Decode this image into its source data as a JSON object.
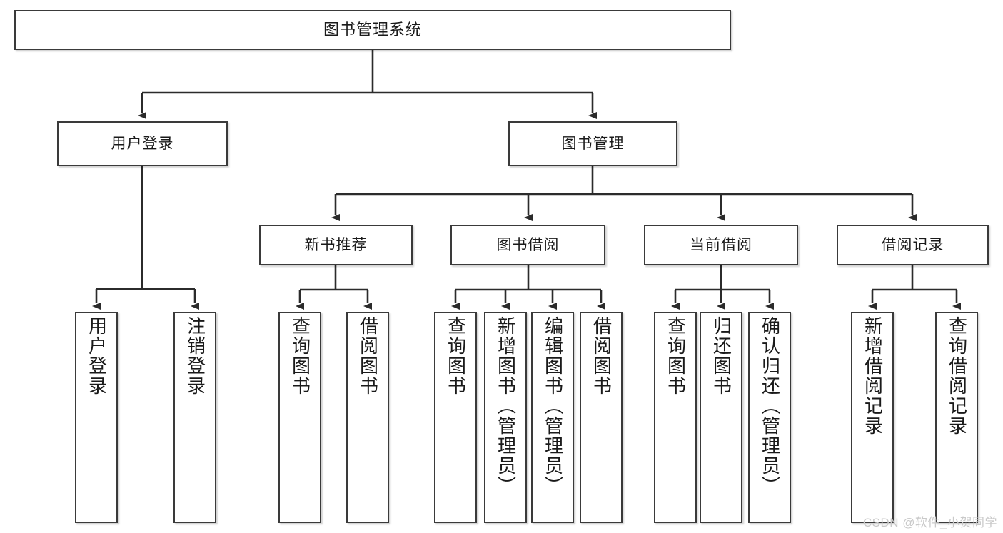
{
  "diagram": {
    "title": "图书管理系统",
    "type": "tree-hierarchy",
    "orientation": "top-down",
    "colors": {
      "box_border": "#3a3a3a",
      "box_fill": "#ffffff",
      "edge": "#2b2b2b",
      "text": "#1a1a1a",
      "watermark": "#c9c9c9"
    },
    "watermark": "CSDN @软件_小贺同学",
    "nodes": {
      "root": {
        "label": "图书管理系统"
      },
      "level2": [
        {
          "id": "user_login",
          "label": "用户登录"
        },
        {
          "id": "book_manage",
          "label": "图书管理"
        }
      ],
      "level3": [
        {
          "id": "new_book_rec",
          "label": "新书推荐"
        },
        {
          "id": "book_borrow",
          "label": "图书借阅"
        },
        {
          "id": "current_borrow",
          "label": "当前借阅"
        },
        {
          "id": "borrow_record",
          "label": "借阅记录"
        }
      ],
      "leaves": {
        "user_login": [
          {
            "id": "leaf_login",
            "label": "用户登录"
          },
          {
            "id": "leaf_logout",
            "label": "注销登录"
          }
        ],
        "new_book_rec": [
          {
            "id": "leaf_query_book_1",
            "label": "查询图书"
          },
          {
            "id": "leaf_borrow_book_1",
            "label": "借阅图书"
          }
        ],
        "book_borrow": [
          {
            "id": "leaf_query_book_2",
            "label": "查询图书"
          },
          {
            "id": "leaf_add_book",
            "label": "新增图书（管理员）"
          },
          {
            "id": "leaf_edit_book",
            "label": "编辑图书（管理员）"
          },
          {
            "id": "leaf_borrow_book_2",
            "label": "借阅图书"
          }
        ],
        "current_borrow": [
          {
            "id": "leaf_query_book_3",
            "label": "查询图书"
          },
          {
            "id": "leaf_return_book",
            "label": "归还图书"
          },
          {
            "id": "leaf_confirm_return",
            "label": "确认归还（管理员）"
          }
        ],
        "borrow_record": [
          {
            "id": "leaf_add_record",
            "label": "新增借阅记录"
          },
          {
            "id": "leaf_query_record",
            "label": "查询借阅记录"
          }
        ]
      }
    }
  }
}
